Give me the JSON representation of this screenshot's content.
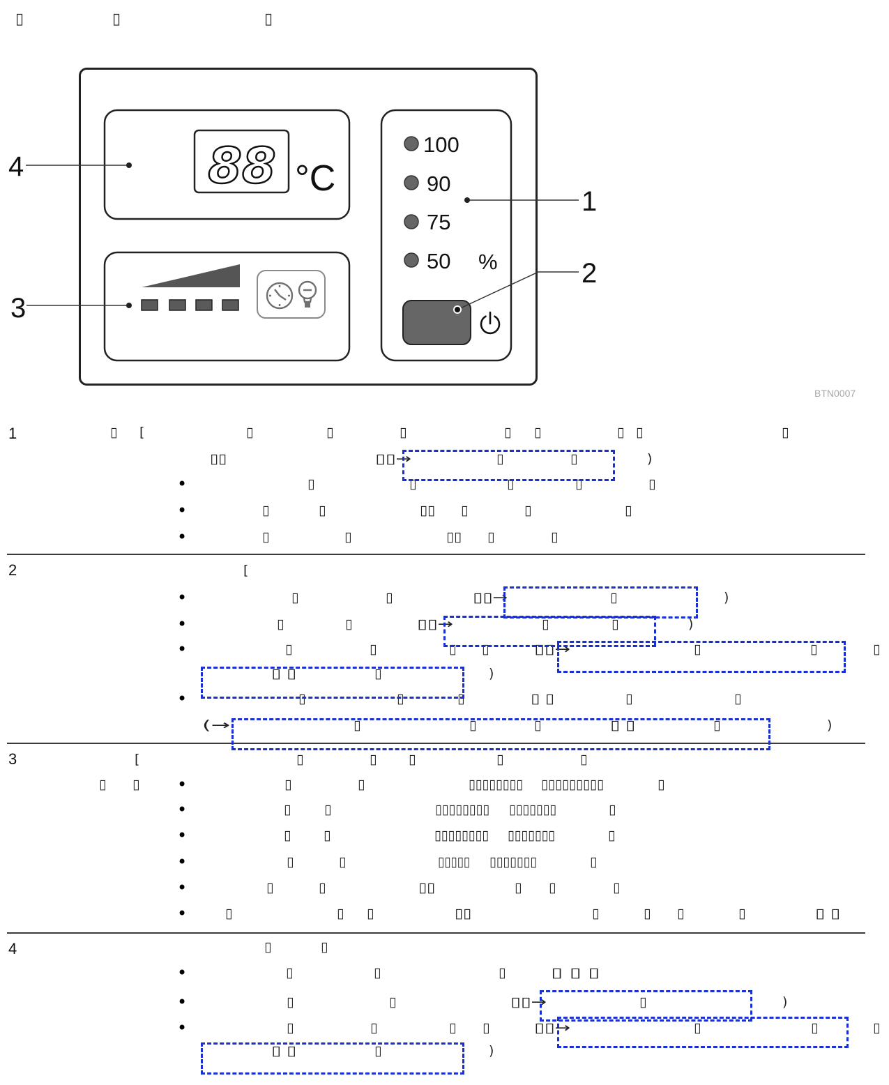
{
  "header": [
    "▯",
    "▯",
    "▯"
  ],
  "figure": {
    "display": {
      "digits": "88",
      "unit": "°C"
    },
    "levels": [
      "100",
      "90",
      "75",
      "50"
    ],
    "percent_sign": "%",
    "callouts": {
      "display_panel": "4",
      "indicator_panel": "3",
      "level_leds": "1",
      "power_button": "2"
    },
    "figure_code": "BTN0007",
    "icons": [
      "clock-icon",
      "bulb-icon",
      "power-icon"
    ]
  },
  "colors": {
    "link_box": "#1a2fd0",
    "led": "#666666",
    "button": "#666666",
    "ramp": "#555555"
  },
  "sections": [
    {
      "number": "1",
      "lines": [
        [
          "▯",
          "[",
          "▯",
          "▯",
          "▯",
          "▯",
          "▯",
          "▯",
          "▯",
          "▯"
        ],
        [
          "▯▯",
          "▯▯→",
          "▯",
          "▯",
          ")"
        ],
        [
          "•",
          "▯",
          "▯",
          "▯",
          "▯",
          "▯"
        ],
        [
          "•",
          "▯",
          "▯",
          "▯▯",
          "▯",
          "▯",
          "▯"
        ],
        [
          "•",
          "▯",
          "▯",
          "▯▯",
          "▯",
          "▯"
        ]
      ]
    },
    {
      "number": "2",
      "lines": [
        [
          "["
        ],
        [
          "•",
          "▯",
          "▯",
          "▯▯→",
          "▯",
          ")"
        ],
        [
          "•",
          "▯",
          "▯",
          "▯▯→",
          "▯",
          "▯",
          ")"
        ],
        [
          "•",
          "▯",
          "▯",
          "▯",
          "▯",
          "▯▯→",
          "▯",
          "▯",
          "▯"
        ],
        [
          "▯ ▯",
          "▯",
          ")"
        ],
        [
          "•",
          "▯",
          "▯",
          "▯",
          "▯ ▯",
          "▯",
          "▯"
        ],
        [
          "(→",
          "▯",
          "▯",
          "▯",
          "▯ ▯",
          "▯",
          ")"
        ]
      ]
    },
    {
      "number": "3",
      "lines": [
        [
          "[",
          "▯",
          "▯",
          "▯",
          "▯",
          "▯"
        ],
        [
          "▯",
          "▯",
          "•",
          "▯",
          "▯",
          "▯▯▯▯▯▯▯▯",
          "▯▯▯▯▯▯▯▯▯",
          "▯"
        ],
        [
          "•",
          "▯",
          "▯",
          "▯▯▯▯▯▯▯▯",
          "▯▯▯▯▯▯▯",
          "▯"
        ],
        [
          "•",
          "▯",
          "▯",
          "▯▯▯▯▯▯▯▯",
          "▯▯▯▯▯▯▯",
          "▯"
        ],
        [
          "•",
          "▯",
          "▯",
          "▯▯▯▯▯",
          "▯▯▯▯▯▯▯",
          "▯"
        ],
        [
          "•",
          "▯",
          "▯",
          "▯▯",
          "▯",
          "▯",
          "▯"
        ],
        [
          "•",
          "▯",
          "▯",
          "▯",
          "▯▯",
          "▯",
          "▯",
          "▯",
          "▯",
          "▯ ▯"
        ]
      ]
    },
    {
      "number": "4",
      "lines": [
        [
          "▯",
          "▯"
        ],
        [
          "•",
          "▯",
          "▯",
          "▯",
          "▯ ▯ ▯"
        ],
        [
          "•",
          "▯",
          "▯",
          "▯▯→",
          "▯",
          ")"
        ],
        [
          "•",
          "▯",
          "▯",
          "▯",
          "▯",
          "▯▯→",
          "▯",
          "▯",
          "▯"
        ],
        [
          "▯ ▯",
          "▯",
          ")"
        ]
      ]
    }
  ]
}
